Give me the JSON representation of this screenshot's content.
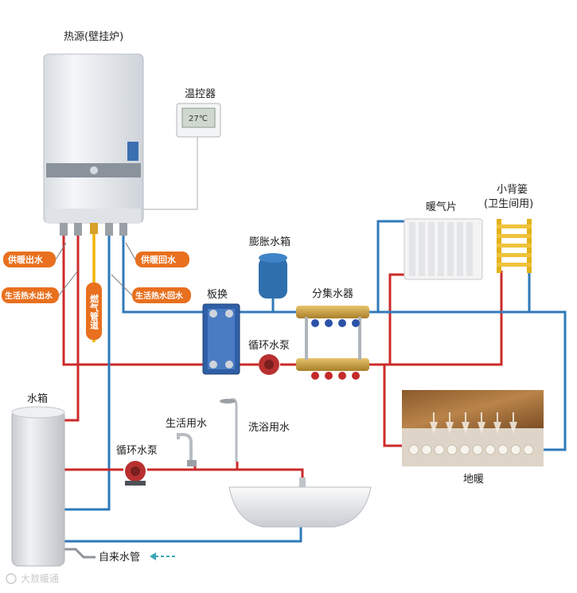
{
  "labels": {
    "heat_source": "热源(壁挂炉)",
    "thermostat": "温控器",
    "thermostat_display": "27℃",
    "expansion_tank": "膨胀水箱",
    "radiator": "暖气片",
    "towel_rack_line1": "小背篓",
    "towel_rack_line2": "(卫生间用)",
    "heat_exchanger": "板换",
    "manifold": "分集水器",
    "circ_pump_top": "循环水泵",
    "water_tank": "水箱",
    "domestic_water": "生活用水",
    "shower_water": "洗浴用水",
    "circ_pump_bottom": "循环水泵",
    "floor_heating": "地暖",
    "tap_water": "自来水管",
    "watermark": "大敖暖通"
  },
  "tags": {
    "heating_supply": "供暖出水",
    "heating_return": "供暖回水",
    "dhw_out": "生活热水出水",
    "dhw_return": "生活热水回水",
    "gas_pipe": "燃气管道"
  },
  "colors": {
    "hot_pipe": "#cc2a2a",
    "cold_pipe": "#2f7ab8",
    "gas_pipe": "#f2b400",
    "tag_bg": "#e8701e",
    "boiler": "#eceff3",
    "tank": "#e4e6e9"
  }
}
